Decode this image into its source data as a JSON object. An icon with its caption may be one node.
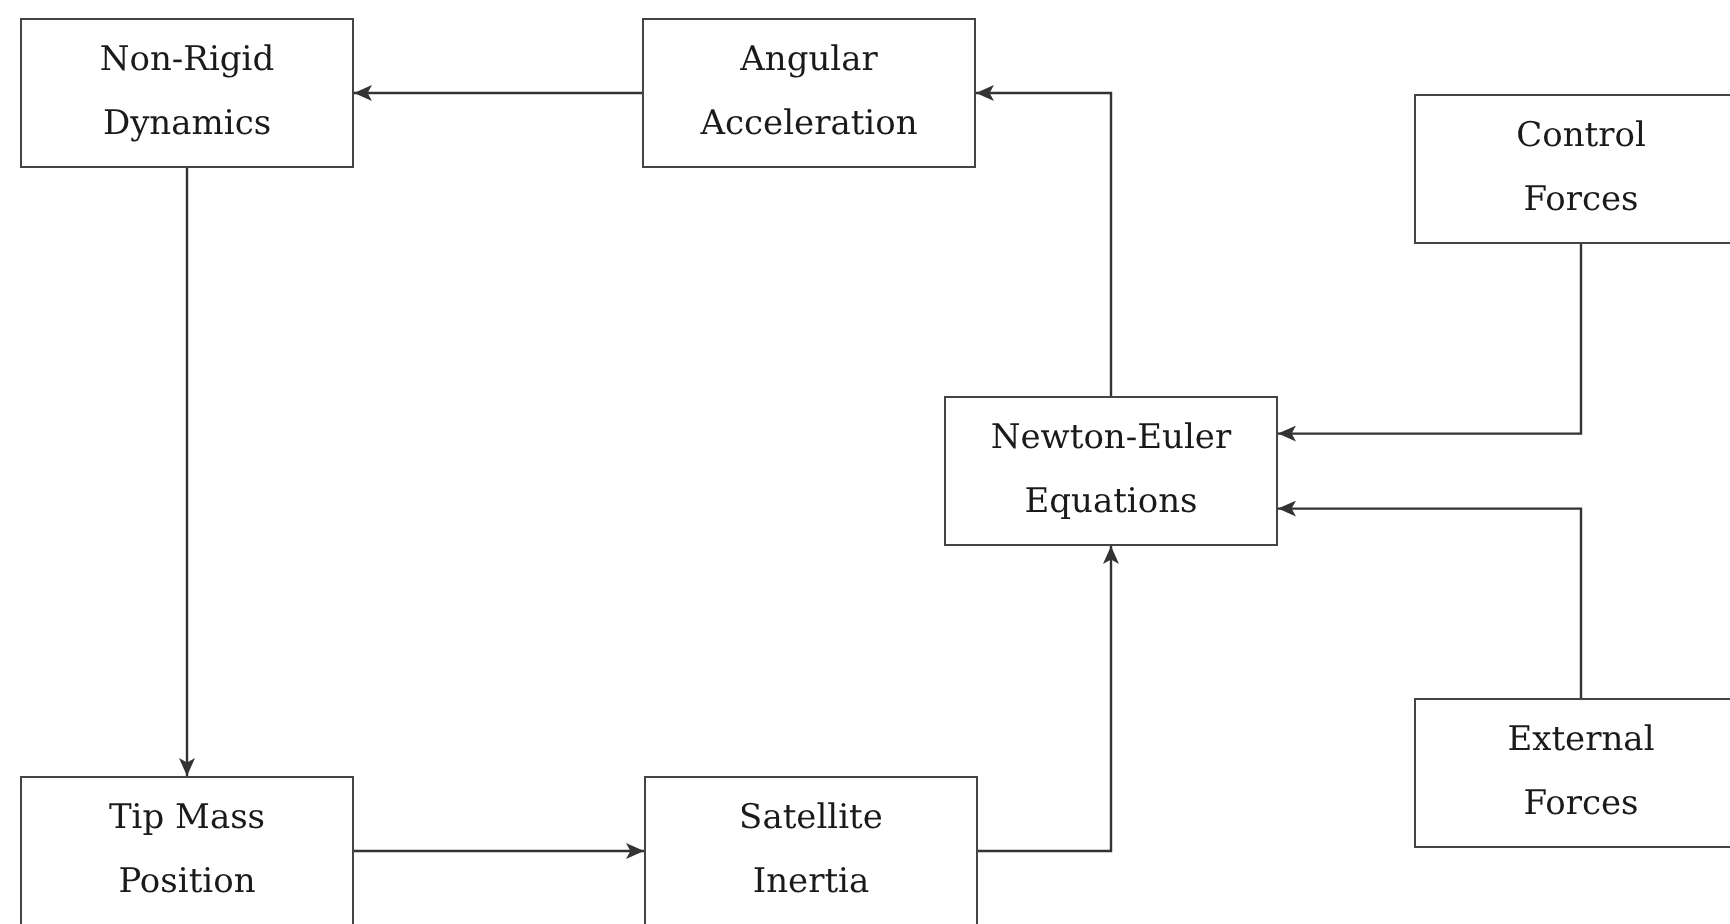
{
  "diagram": {
    "nodes": [
      {
        "text": [
          "Non-Rigid Dynamics"
        ]
      },
      {
        "text": [
          "Angular Acceleration"
        ]
      },
      {
        "text": [
          "Control Forces"
        ]
      },
      {
        "text": [
          "Newton-Euler Equations"
        ]
      },
      {
        "text": [
          "External Forces"
        ]
      },
      {
        "text": [
          "Tip Mass Position"
        ]
      },
      {
        "text": [
          "Satellite Inertia"
        ]
      }
    ],
    "edges": [
      {
        "from": 1,
        "to": 0,
        "arrow": "to"
      },
      {
        "from": 0,
        "to": 5,
        "arrow": "to"
      },
      {
        "from": 5,
        "to": 6,
        "arrow": "to"
      },
      {
        "from": 6,
        "to": 3,
        "arrow": "to"
      },
      {
        "from": 3,
        "to": 1,
        "arrow": "to"
      },
      {
        "from": 2,
        "to": 3,
        "arrow": "to"
      },
      {
        "from": 4,
        "to": 3,
        "arrow": "to"
      }
    ]
  }
}
